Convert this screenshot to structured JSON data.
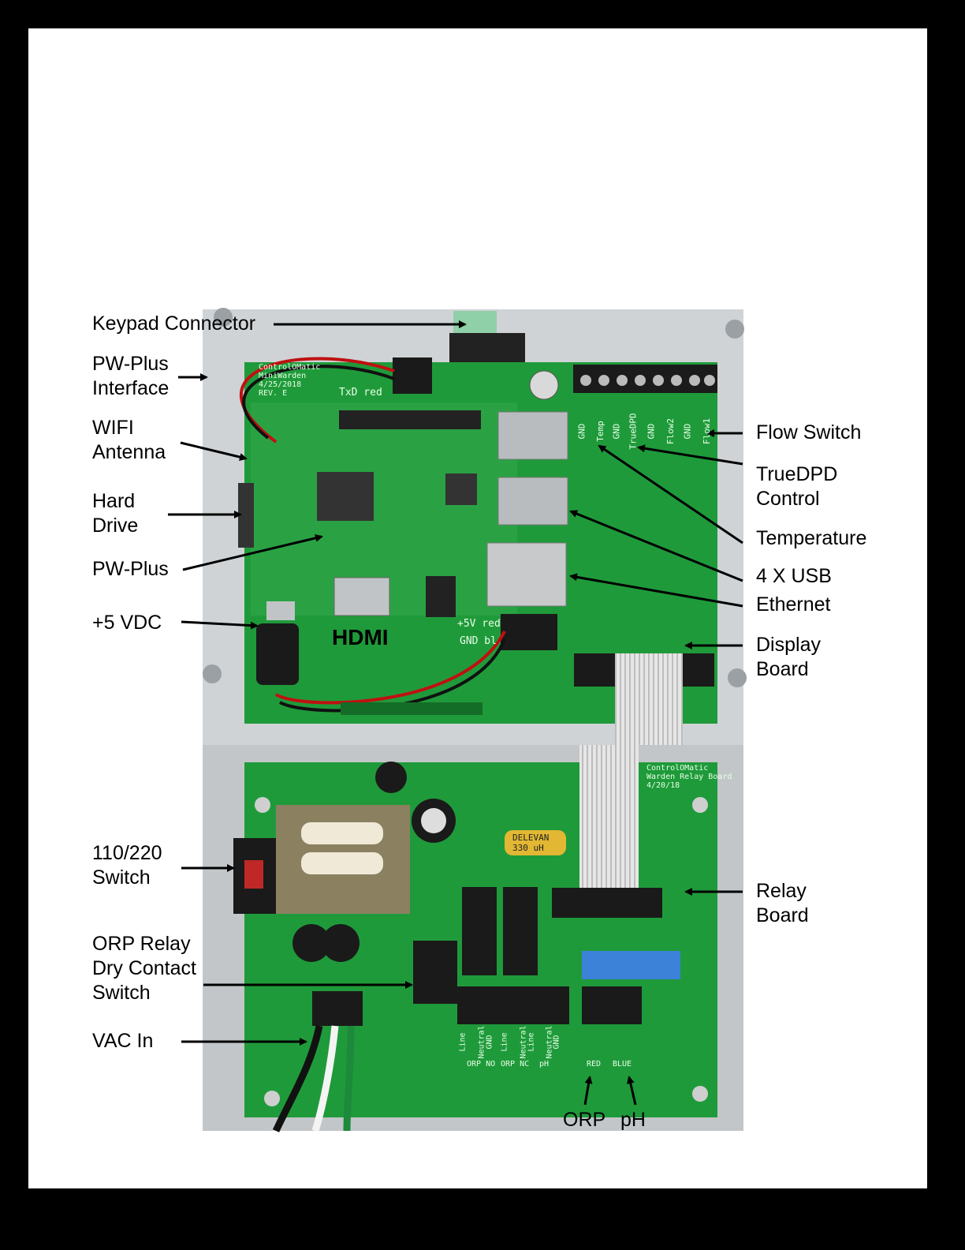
{
  "labels": {
    "keypad_connector": "Keypad Connector",
    "pw_plus_interface": "PW-Plus\nInterface",
    "wifi_antenna": "WIFI\nAntenna",
    "hard_drive": "Hard\nDrive",
    "pw_plus": "PW-Plus",
    "plus_5vdc": "+5 VDC",
    "flow_switch": "Flow Switch",
    "truedpd_control": "TrueDPD\nControl",
    "temperature": "Temperature",
    "usb": "4 X USB",
    "ethernet": "Ethernet",
    "display_board": "Display\nBoard",
    "switch_110_220": "110/220\nSwitch",
    "orp_relay": "ORP Relay\nDry Contact\nSwitch",
    "vac_in": "VAC In",
    "relay_board": "Relay\nBoard",
    "orp": "ORP",
    "ph": "pH",
    "hdmi": "HDMI"
  },
  "board_silk": {
    "top_title": "ControlOMatic\nMiniWarden\n4/25/2018\nREV. E",
    "txd_red": "TxD red",
    "plus5v_red": "+5V red",
    "gnd_black": "GND bl",
    "terminal_labels": [
      "GND",
      "Temp",
      "GND",
      "TrueDPD",
      "GND",
      "Flow2",
      "GND",
      "Flow1"
    ],
    "relay_title": "ControlOMatic\nWarden Relay Board\n4/20/18",
    "inductor_text": "DELEVAN\n330 uH",
    "relay_terminals": [
      "Line",
      "Neutral",
      "GND",
      "Line",
      "Neutral",
      "Line",
      "Neutral",
      "GND"
    ],
    "relay_groups": [
      "ORP NO",
      "ORP NC",
      "pH"
    ],
    "sensor_groups": [
      "RED",
      "BLUE"
    ]
  },
  "colors": {
    "pcb_green": "#1f9a3a",
    "pcb_dark": "#147a2b",
    "enclosure": "#cfd3d6"
  }
}
